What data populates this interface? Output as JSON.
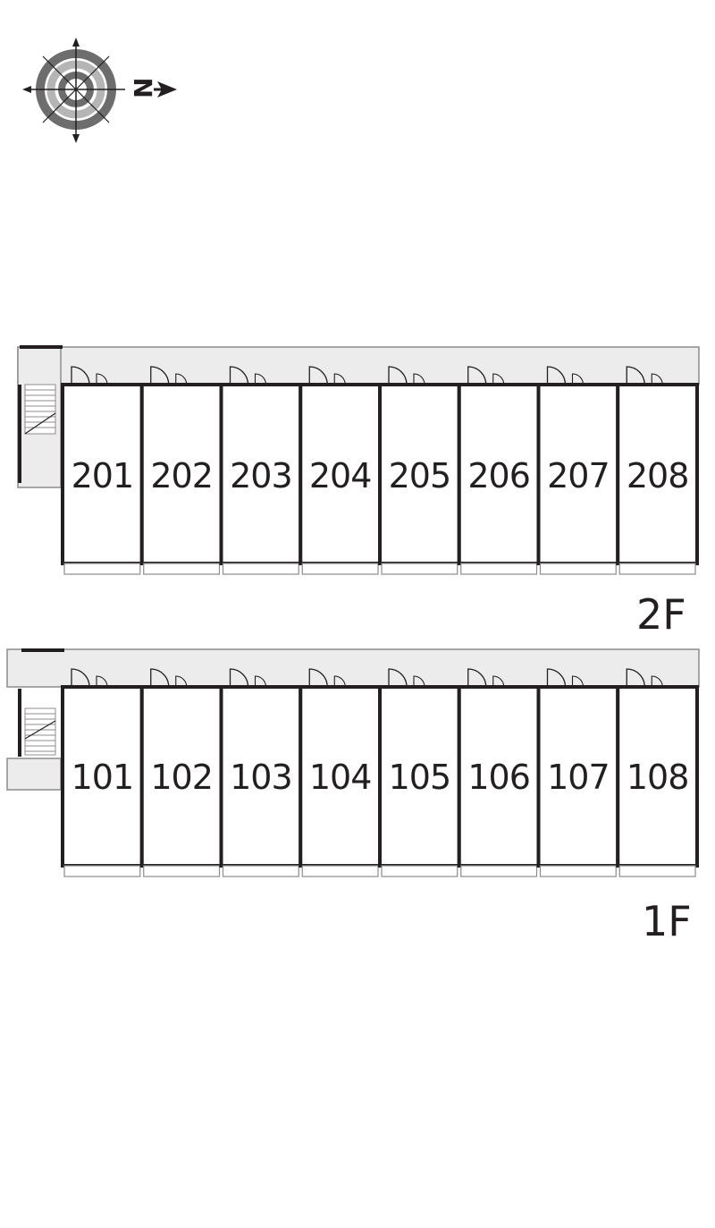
{
  "compass": {
    "north_label": "N",
    "icon": "compass-rose-icon"
  },
  "floors": [
    {
      "id": "2F",
      "label": "2F",
      "units": [
        "201",
        "202",
        "203",
        "204",
        "205",
        "206",
        "207",
        "208"
      ]
    },
    {
      "id": "1F",
      "label": "1F",
      "units": [
        "101",
        "102",
        "103",
        "104",
        "105",
        "106",
        "107",
        "108"
      ]
    }
  ],
  "colors": {
    "wall": "#231f20",
    "corridor": "#ececec",
    "outline": "#8c8c8c",
    "compass_ring_dark": "#6d6d6d",
    "compass_ring_light": "#b5b5b5"
  }
}
